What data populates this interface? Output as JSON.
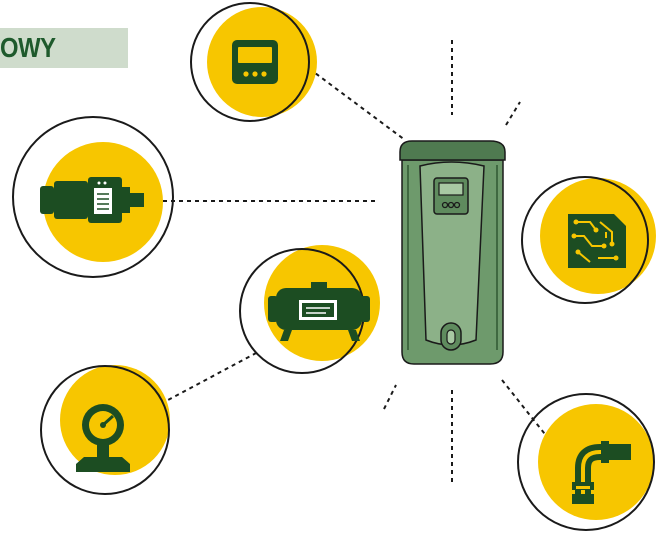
{
  "title": "OWY",
  "colors": {
    "accent_yellow": "#f7c600",
    "dark_green": "#1c4d22",
    "device_green": "#6e9a6c",
    "device_dark": "#4f7a50",
    "banner_bg": "#cfdccc",
    "title_green": "#1e5a2c",
    "outline": "#1a1a1a"
  },
  "device": {
    "name": "pump-controller-device",
    "button_count": 3
  },
  "icons": [
    "display-panel-icon",
    "surface-pump-icon",
    "pressure-tank-icon",
    "pressure-gauge-icon",
    "circuit-board-icon",
    "pipe-elbow-icon"
  ]
}
